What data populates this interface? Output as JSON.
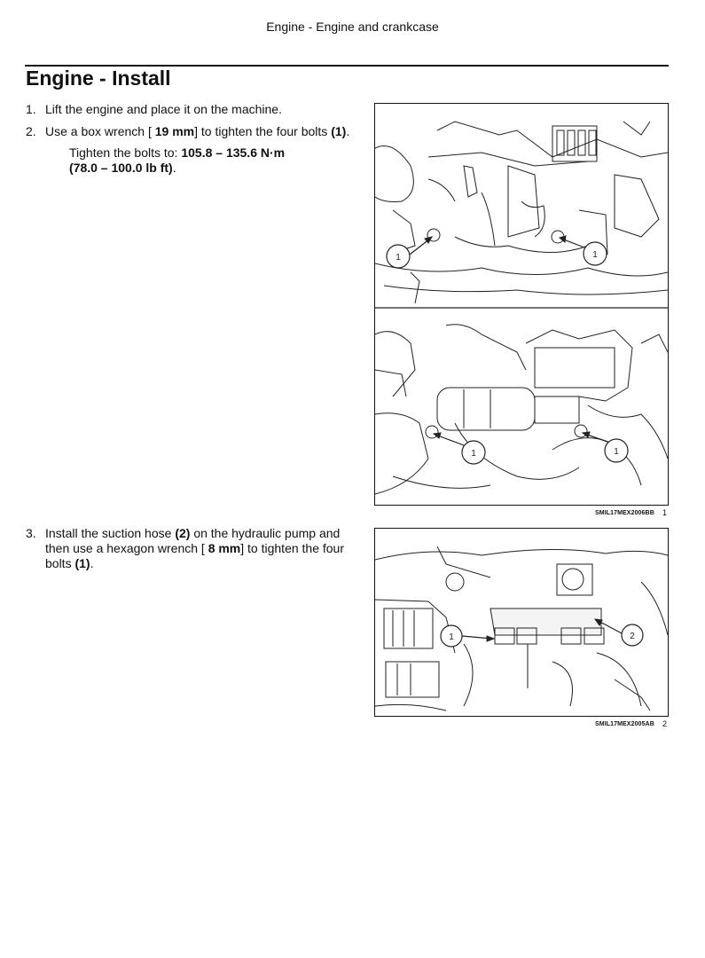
{
  "header": {
    "section": "Engine - Engine and crankcase"
  },
  "title": "Engine - Install",
  "steps": [
    {
      "num": "1.",
      "text": "Lift the engine and place it on the machine."
    },
    {
      "num": "2.",
      "p1": "Use a box wrench [ ",
      "tool": "19 mm",
      "p2": "] to tighten the four bolts ",
      "ref": "(1)",
      "p3": "."
    },
    {
      "num": "3.",
      "p1": "Install the suction hose ",
      "ref2": "(2)",
      "p2": " on the hydraulic pump and then use a hexagon wrench [ ",
      "tool": "8 mm",
      "p3": "] to tighten the four bolts ",
      "ref1": "(1)",
      "p4": "."
    }
  ],
  "torque": {
    "label": "Tighten the bolts to: ",
    "metric": "105.8 – 135.6 N·m",
    "imperial": "(78.0 – 100.0 lb ft)",
    "end": "."
  },
  "figures": [
    {
      "caption": "SMIL17MEX2006BB",
      "number": "1",
      "callouts": [
        "1",
        "1",
        "1",
        "1"
      ]
    },
    {
      "caption": "SMIL17MEX2005AB",
      "number": "2",
      "callouts": [
        "1",
        "2"
      ]
    }
  ]
}
